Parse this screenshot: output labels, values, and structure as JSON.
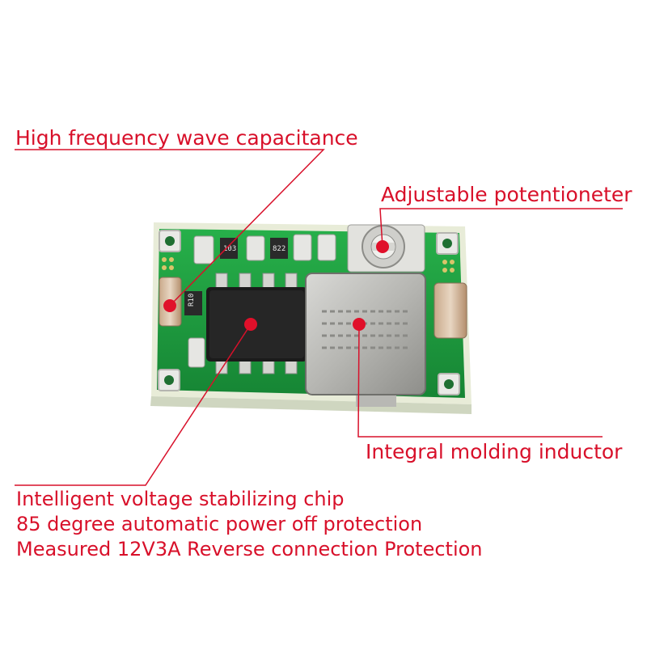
{
  "colors": {
    "annotation": "#d8102a",
    "pcb": "#1c9a3c",
    "background": "#ffffff"
  },
  "labels": {
    "capacitance": "High frequency wave capacitance",
    "potentiometer": "Adjustable potentioneter",
    "inductor": "Integral molding inductor",
    "chip_lines": [
      "Intelligent voltage stabilizing chip",
      "85 degree automatic power off protection",
      "Measured 12V3A Reverse connection Protection"
    ]
  },
  "board_markings": {
    "cap_left": "R10",
    "resistor_a": "103",
    "resistor_b": "822"
  }
}
